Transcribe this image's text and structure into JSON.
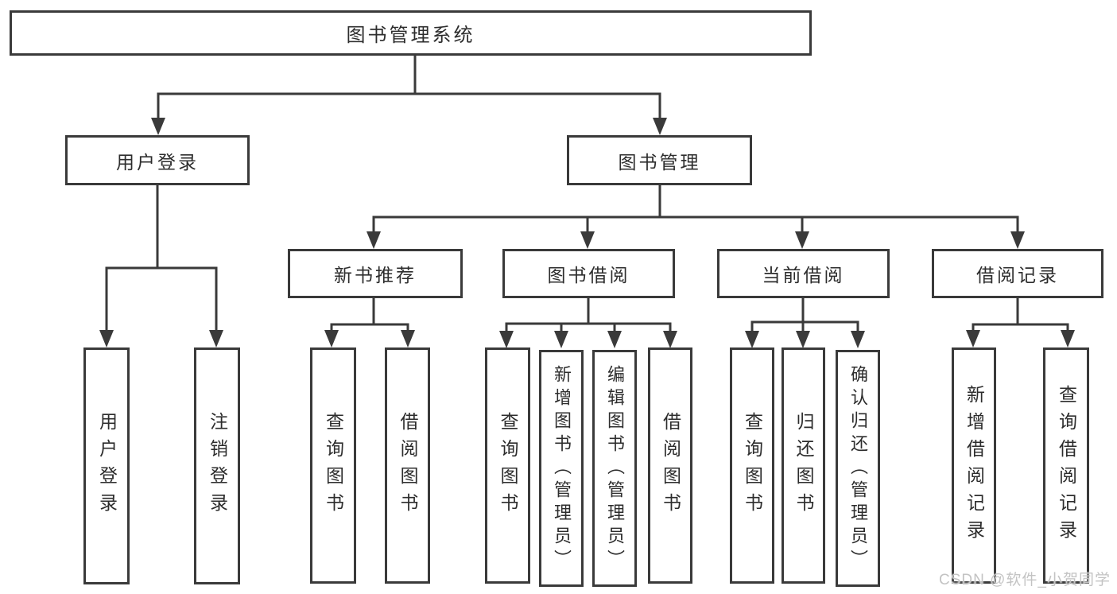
{
  "page": {
    "background": "#ffffff",
    "line_color": "#3a3a3a",
    "text_color": "#2d2d2d"
  },
  "tree": {
    "root": {
      "label": "图书管理系统"
    },
    "branches": [
      {
        "label": "用户登录",
        "leaves": [
          {
            "label": "用户登录"
          },
          {
            "label": "注销登录"
          }
        ]
      },
      {
        "label": "图书管理",
        "groups": [
          {
            "label": "新书推荐",
            "leaves": [
              {
                "label": "查询图书"
              },
              {
                "label": "借阅图书"
              }
            ]
          },
          {
            "label": "图书借阅",
            "leaves": [
              {
                "label": "查询图书"
              },
              {
                "label": "新增图书（管理员）"
              },
              {
                "label": "编辑图书（管理员）"
              },
              {
                "label": "借阅图书"
              }
            ]
          },
          {
            "label": "当前借阅",
            "leaves": [
              {
                "label": "查询图书"
              },
              {
                "label": "归还图书"
              },
              {
                "label": "确认归还（管理员）"
              }
            ]
          },
          {
            "label": "借阅记录",
            "leaves": [
              {
                "label": "新增借阅记录"
              },
              {
                "label": "查询借阅记录"
              }
            ]
          }
        ]
      }
    ]
  },
  "watermark": {
    "text": "CSDN @软件_小贺同学",
    "color": "#c3c3c3"
  }
}
